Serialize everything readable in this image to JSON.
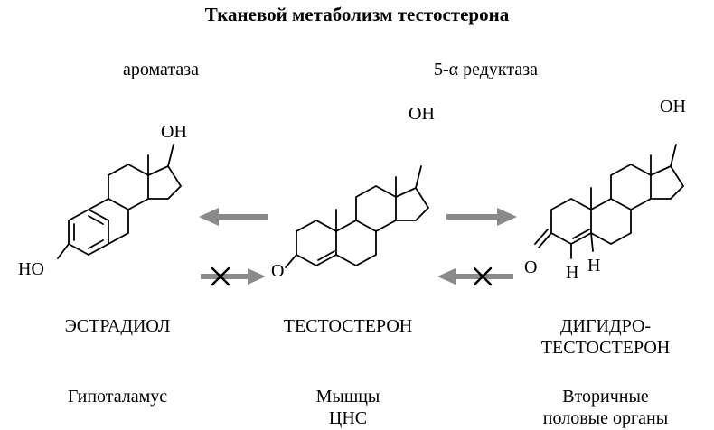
{
  "title": "Тканевой метаболизм тестостерона",
  "enzymes": {
    "left": "ароматаза",
    "right": "5-α редуктаза"
  },
  "compounds": [
    {
      "name": "ЭСТРАДИОЛ",
      "site": "Гипоталамус",
      "atoms": {
        "top": "OH",
        "side": "HO"
      }
    },
    {
      "name": "ТЕСТОСТЕРОН",
      "site_line1": "Мышцы",
      "site_line2": "ЦНС",
      "atoms": {
        "top": "OH",
        "side": "O"
      }
    },
    {
      "name_line1": "ДИГИДРО-",
      "name_line2": "ТЕСТОСТЕРОН",
      "site_line1": "Вторичные",
      "site_line2": "половые органы",
      "atoms": {
        "top": "OH",
        "side": "O",
        "h1": "H",
        "h2": "H"
      }
    }
  ],
  "colors": {
    "arrow": "#8a8a8a",
    "text": "#000000"
  }
}
